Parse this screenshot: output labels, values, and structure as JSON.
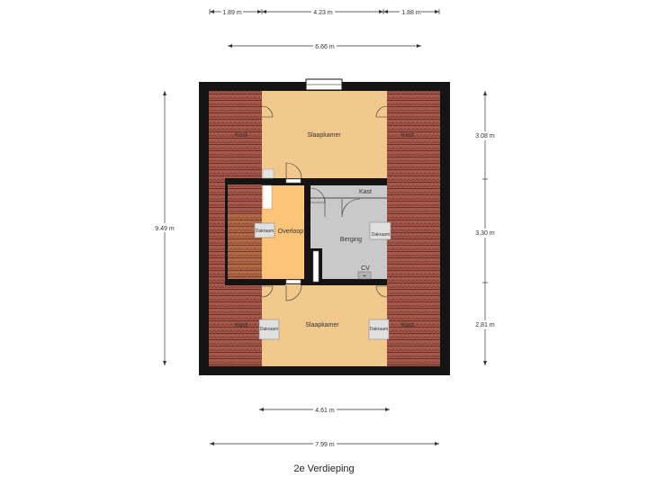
{
  "floor_title": "2e Verdieping",
  "dimensions": {
    "top_left": "1.89 m",
    "top_mid": "4.23 m",
    "top_right": "1.88 m",
    "top_overall": "6.66 m",
    "left_overall": "9.49 m",
    "right_top": "3.08 m",
    "right_mid": "3.30 m",
    "right_bottom": "2.81 m",
    "bottom_inner": "4.61 m",
    "bottom_overall": "7.99 m"
  },
  "rooms": {
    "slaapkamer_top": "Slaapkamer",
    "slaapkamer_bottom": "Slaapkamer",
    "kast_top_left": "Kast",
    "kast_top_right": "Kast",
    "kast_bottom_left": "Kast",
    "kast_bottom_right": "Kast",
    "kast_center": "Kast",
    "overloop": "Overloop",
    "berging": "Berging",
    "cv": "CV"
  },
  "dakramen": {
    "overloop": "Dakraam",
    "berging": "Dakraam",
    "bottom_left": "Dakraam",
    "bottom_right": "Dakraam"
  },
  "colors": {
    "wall": "#141414",
    "bedroom": "#f2c98d",
    "landing": "#fbc478",
    "storage": "#c9c9c9",
    "roof_tile": "#a5584c",
    "roof_line": "#6e2f27"
  }
}
